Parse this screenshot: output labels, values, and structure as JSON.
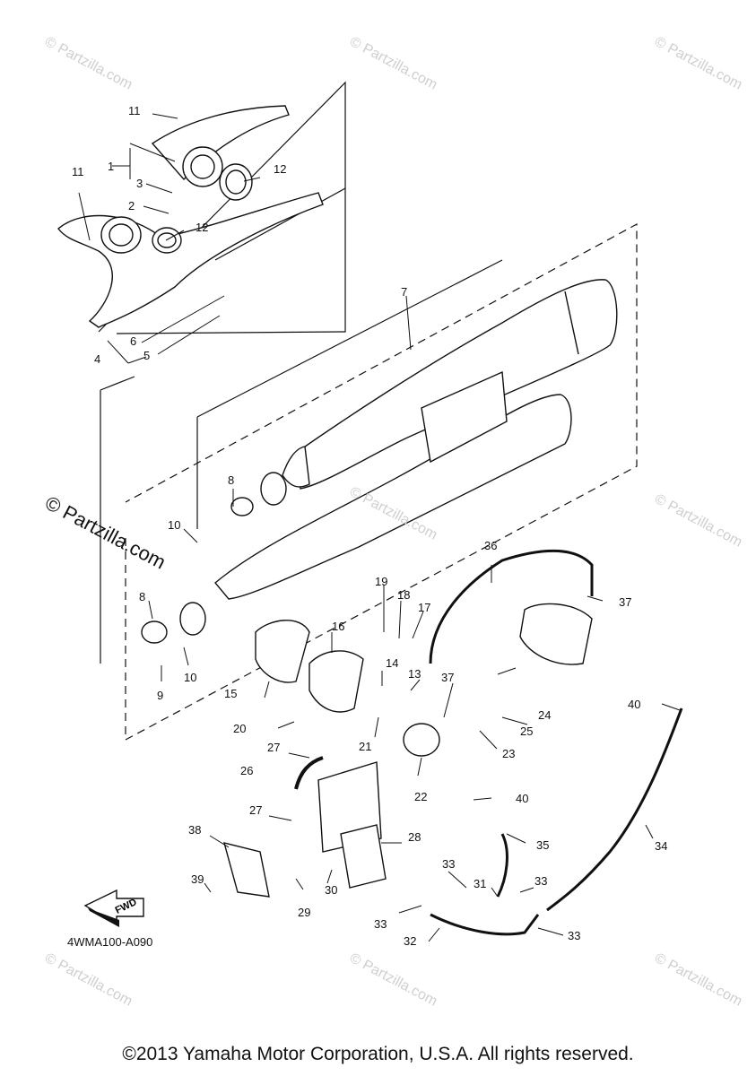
{
  "diagram": {
    "code": "4WMA100-A090",
    "copyright": "©2013 Yamaha Motor Corporation, U.S.A. All rights reserved.",
    "fwd_label": "FWD",
    "watermark": "© Partzilla.com",
    "callouts": [
      "1",
      "2",
      "3",
      "4",
      "5",
      "6",
      "7",
      "8",
      "8",
      "9",
      "10",
      "10",
      "11",
      "11",
      "12",
      "12",
      "13",
      "14",
      "15",
      "16",
      "17",
      "18",
      "19",
      "20",
      "21",
      "22",
      "23",
      "24",
      "25",
      "26",
      "27",
      "27",
      "28",
      "29",
      "30",
      "31",
      "32",
      "33",
      "33",
      "33",
      "33",
      "34",
      "35",
      "36",
      "37",
      "37",
      "38",
      "39",
      "40",
      "40"
    ]
  }
}
